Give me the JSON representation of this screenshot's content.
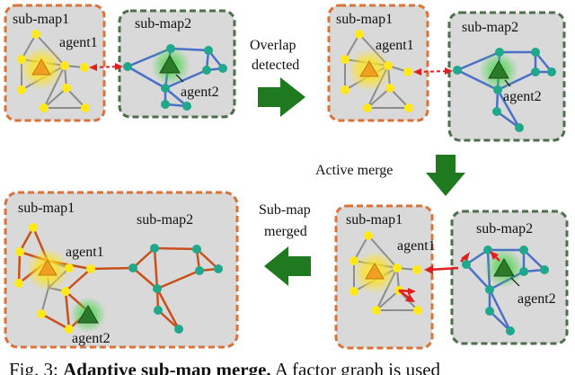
{
  "labels": {
    "submap1": "sub-map1",
    "submap2": "sub-map2",
    "agent1": "agent1",
    "agent2": "agent2"
  },
  "steps": {
    "overlap_line1": "Overlap",
    "overlap_line2": "detected",
    "active_merge": "Active merge",
    "merged_line1": "Sub-map",
    "merged_line2": "merged"
  },
  "caption": {
    "prefix": "Fig. 3: ",
    "bold": "Adaptive sub-map merge.",
    "rest": " A factor graph is used"
  },
  "colors": {
    "submap1_border": "#d9733a",
    "submap2_border": "#4f6e4d",
    "panel_fill": "#d9d9d9",
    "yellow_node": "#ffe81a",
    "teal_node": "#1fa88c",
    "gray_edge": "#8c8c8c",
    "blue_edge": "#4a70c8",
    "orange_edge": "#c8501a",
    "merge_arrow": "#e02020",
    "step_arrow": "#1f7a1f",
    "agent1_marker": "#f0a020",
    "agent2_marker": "#2a7a2a"
  }
}
